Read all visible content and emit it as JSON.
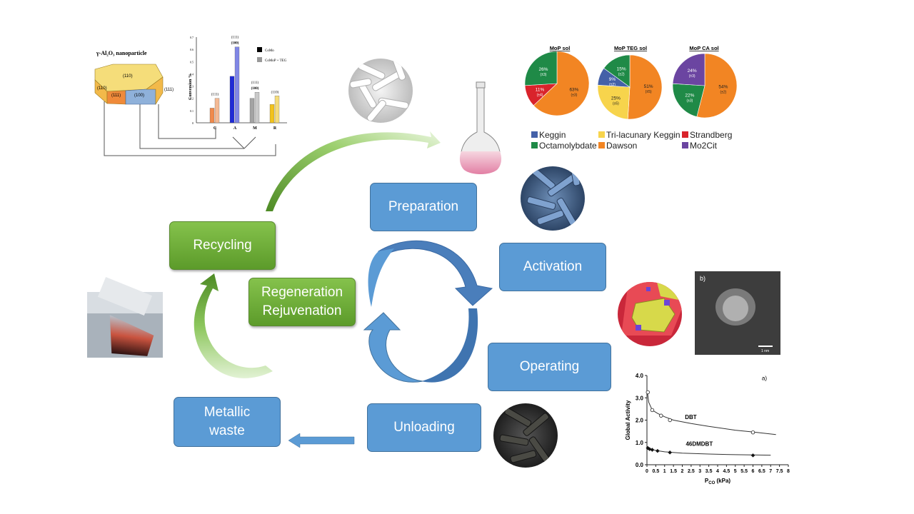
{
  "cycle": {
    "preparation": "Preparation",
    "activation": "Activation",
    "operating": "Operating",
    "unloading": "Unloading",
    "metallic_waste_line1": "Metallic",
    "metallic_waste_line2": "waste",
    "recycling": "Recycling",
    "regeneration": "Regeneration",
    "rejuvenation": "Rejuvenation"
  },
  "colors": {
    "box_blue": "#5b9bd5",
    "box_green": "#70ad47",
    "arrow_blue": "#5b9bd5",
    "arrow_green": "#5c9b2a"
  },
  "nanoparticle": {
    "title": "γ-Al₂O₃ nanoparticle",
    "face_top": "(110)",
    "face_left": "(110)",
    "face_mid": "(111)",
    "face_front": "(100)",
    "face_right": "(111)"
  },
  "conversion_chart": {
    "ylabel": "Conversion %",
    "yticks": [
      "0.7",
      "0.6",
      "0.5",
      "0.4",
      "0.3",
      "0.2",
      "0.1",
      "0"
    ],
    "legend": [
      "CoMo",
      "CoMoP + TEG"
    ],
    "categories": [
      "C",
      "A",
      "M",
      "R"
    ],
    "cat_labels": [
      [
        "(111)"
      ],
      [
        "(111)",
        "(100)"
      ],
      [
        "(111)",
        "(100)"
      ],
      [
        "(110)"
      ]
    ],
    "series": [
      {
        "name": "CoMo",
        "values": [
          0.12,
          0.38,
          0.2,
          0.15
        ]
      },
      {
        "name": "CoMoP + TEG",
        "values": [
          0.2,
          0.62,
          0.25,
          0.22
        ]
      }
    ]
  },
  "pies": {
    "titles": [
      "MoP sol",
      "MoP TEG sol",
      "MoP CA sol"
    ],
    "colors": {
      "Keggin": "#4461a8",
      "Tri-lacunary Keggin": "#f7d44c",
      "Strandberg": "#d9232b",
      "Octamolybdate": "#1f8a47",
      "Dawson": "#f28523",
      "Mo2Cit": "#6b45a1"
    },
    "slices": [
      [
        {
          "name": "Dawson",
          "value": 63,
          "label": "63%",
          "err": "(±3)"
        },
        {
          "name": "Strandberg",
          "value": 11,
          "label": "11%",
          "err": "(±4)"
        },
        {
          "name": "Octamolybdate",
          "value": 26,
          "label": "26%",
          "err": "(±3)"
        }
      ],
      [
        {
          "name": "Dawson",
          "value": 51,
          "label": "51%",
          "err": "(±5)"
        },
        {
          "name": "Tri-lacunary Keggin",
          "value": 25,
          "label": "25%",
          "err": "(±5)"
        },
        {
          "name": "Keggin",
          "value": 9,
          "label": "9%",
          "err": "(±2)"
        },
        {
          "name": "Octamolybdate",
          "value": 15,
          "label": "15%",
          "err": "(±2)"
        }
      ],
      [
        {
          "name": "Dawson",
          "value": 54,
          "label": "54%",
          "err": "(±2)"
        },
        {
          "name": "Octamolybdate",
          "value": 22,
          "label": "22%",
          "err": "(±3)"
        },
        {
          "name": "Mo2Cit",
          "value": 24,
          "label": "24%",
          "err": "(±3)"
        }
      ]
    ],
    "legend": [
      [
        "Keggin",
        "Tri-lacunary Keggin",
        "Strandberg"
      ],
      [
        "Octamolybdate",
        "Dawson",
        "Mo2Cit"
      ]
    ]
  },
  "tem": {
    "panel_label": "b)",
    "scale_label": "1 nm"
  },
  "chart_data": {
    "type": "scatter",
    "title": "",
    "panel_label": "a)",
    "xlabel": "P",
    "xlabel_sub": "CO",
    "xlabel_unit": "(kPa)",
    "ylabel": "Global Activity",
    "xlim": [
      0,
      8
    ],
    "ylim": [
      0,
      4
    ],
    "xticks": [
      "0",
      "0.5",
      "1",
      "1.5",
      "2",
      "2.5",
      "3",
      "3.5",
      "4",
      "4.5",
      "5",
      "5.5",
      "6",
      "6.5",
      "7",
      "7.5",
      "8"
    ],
    "yticks": [
      "0.0",
      "1.0",
      "2.0",
      "3.0",
      "4.0"
    ],
    "series": [
      {
        "name": "DBT",
        "marker": "open-circle",
        "points": [
          [
            0.05,
            3.25
          ],
          [
            0.3,
            2.45
          ],
          [
            0.8,
            2.2
          ],
          [
            1.3,
            2.0
          ],
          [
            6.0,
            1.45
          ]
        ],
        "fit": [
          [
            0.02,
            3.3
          ],
          [
            0.1,
            2.8
          ],
          [
            0.3,
            2.45
          ],
          [
            0.6,
            2.3
          ],
          [
            1.0,
            2.15
          ],
          [
            1.5,
            2.0
          ],
          [
            2.5,
            1.85
          ],
          [
            3.5,
            1.72
          ],
          [
            5.0,
            1.55
          ],
          [
            6.0,
            1.47
          ],
          [
            7.3,
            1.35
          ]
        ]
      },
      {
        "name": "46DMDBT",
        "marker": "filled-diamond",
        "points": [
          [
            0.05,
            0.75
          ],
          [
            0.15,
            0.7
          ],
          [
            0.3,
            0.67
          ],
          [
            0.6,
            0.62
          ],
          [
            1.3,
            0.55
          ],
          [
            6.0,
            0.42
          ]
        ],
        "fit": [
          [
            0.02,
            0.78
          ],
          [
            0.2,
            0.7
          ],
          [
            0.5,
            0.64
          ],
          [
            1.0,
            0.58
          ],
          [
            2.0,
            0.52
          ],
          [
            3.5,
            0.48
          ],
          [
            5.0,
            0.45
          ],
          [
            7.0,
            0.43
          ]
        ]
      }
    ]
  }
}
